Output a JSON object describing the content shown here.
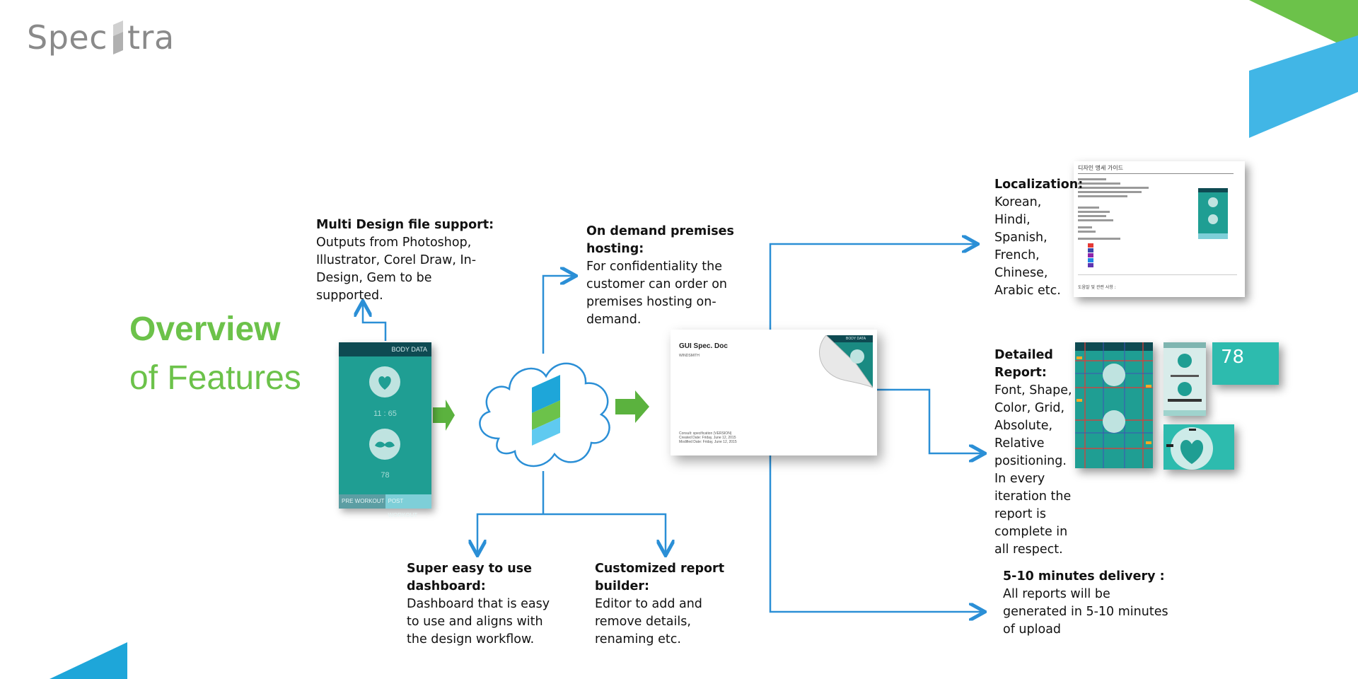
{
  "logo": {
    "text_left": "Spec",
    "text_right": "tra"
  },
  "heading": {
    "line1": "Overview",
    "line2": "of Features"
  },
  "features": {
    "multi_design": {
      "title": "Multi Design file support:",
      "lines": [
        "Outputs from Photoshop,",
        "Illustrator, Corel Draw, In-",
        "Design, Gem  to be",
        "supported."
      ]
    },
    "on_demand": {
      "title_lines": [
        "On demand premises",
        "hosting:"
      ],
      "lines": [
        "For confidentiality the",
        "customer can order on",
        "premises hosting on-",
        "demand."
      ]
    },
    "dashboard": {
      "title_lines": [
        "Super easy to use",
        "dashboard:"
      ],
      "lines": [
        "Dashboard that is easy",
        "to use and aligns with",
        "the design workflow."
      ]
    },
    "report_builder": {
      "title_lines": [
        "Customized report",
        "builder:"
      ],
      "lines": [
        "Editor to add and",
        "remove details,",
        "renaming etc."
      ]
    },
    "localization": {
      "title": "Localization:",
      "lines": [
        "Korean,",
        "Hindi,",
        "Spanish,",
        "French,",
        "Chinese,",
        "Arabic etc."
      ]
    },
    "detailed_report": {
      "title_lines": [
        "Detailed",
        "Report:"
      ],
      "lines": [
        "Font, Shape,",
        "Color, Grid,",
        "Absolute,",
        "Relative",
        "positioning.",
        "In every",
        "iteration the",
        "report  is",
        "complete in",
        "all respect."
      ]
    },
    "delivery": {
      "title": "5-10 minutes delivery  :",
      "lines": [
        "All reports will be",
        "generated in 5-10 minutes",
        "of upload"
      ]
    }
  },
  "phone_mockup": {
    "header": "BODY DATA",
    "value1": "11 : 65",
    "value2": "78",
    "tab1": "PRE WORKOUT",
    "tab2": "POST WORKOUT"
  },
  "gui_doc": {
    "title": "GUI Spec. Doc",
    "subtitle": "WINDSMITH",
    "footer_lines": [
      "Consult: specification (VERSION)",
      "Created Date: Friday, June 12, 2015",
      "Modified Date: Friday, June 12, 2015"
    ],
    "corner_label": "BODY DATA"
  },
  "localization_doc": {
    "heading": "디자인 명세 가이드",
    "footer": "도움말 및 관련 사항 :"
  },
  "report_badge": "78",
  "colors": {
    "green": "#6cc24a",
    "blue": "#2b8fd6",
    "teal": "#1f9e93",
    "cyan": "#41b6e6"
  }
}
